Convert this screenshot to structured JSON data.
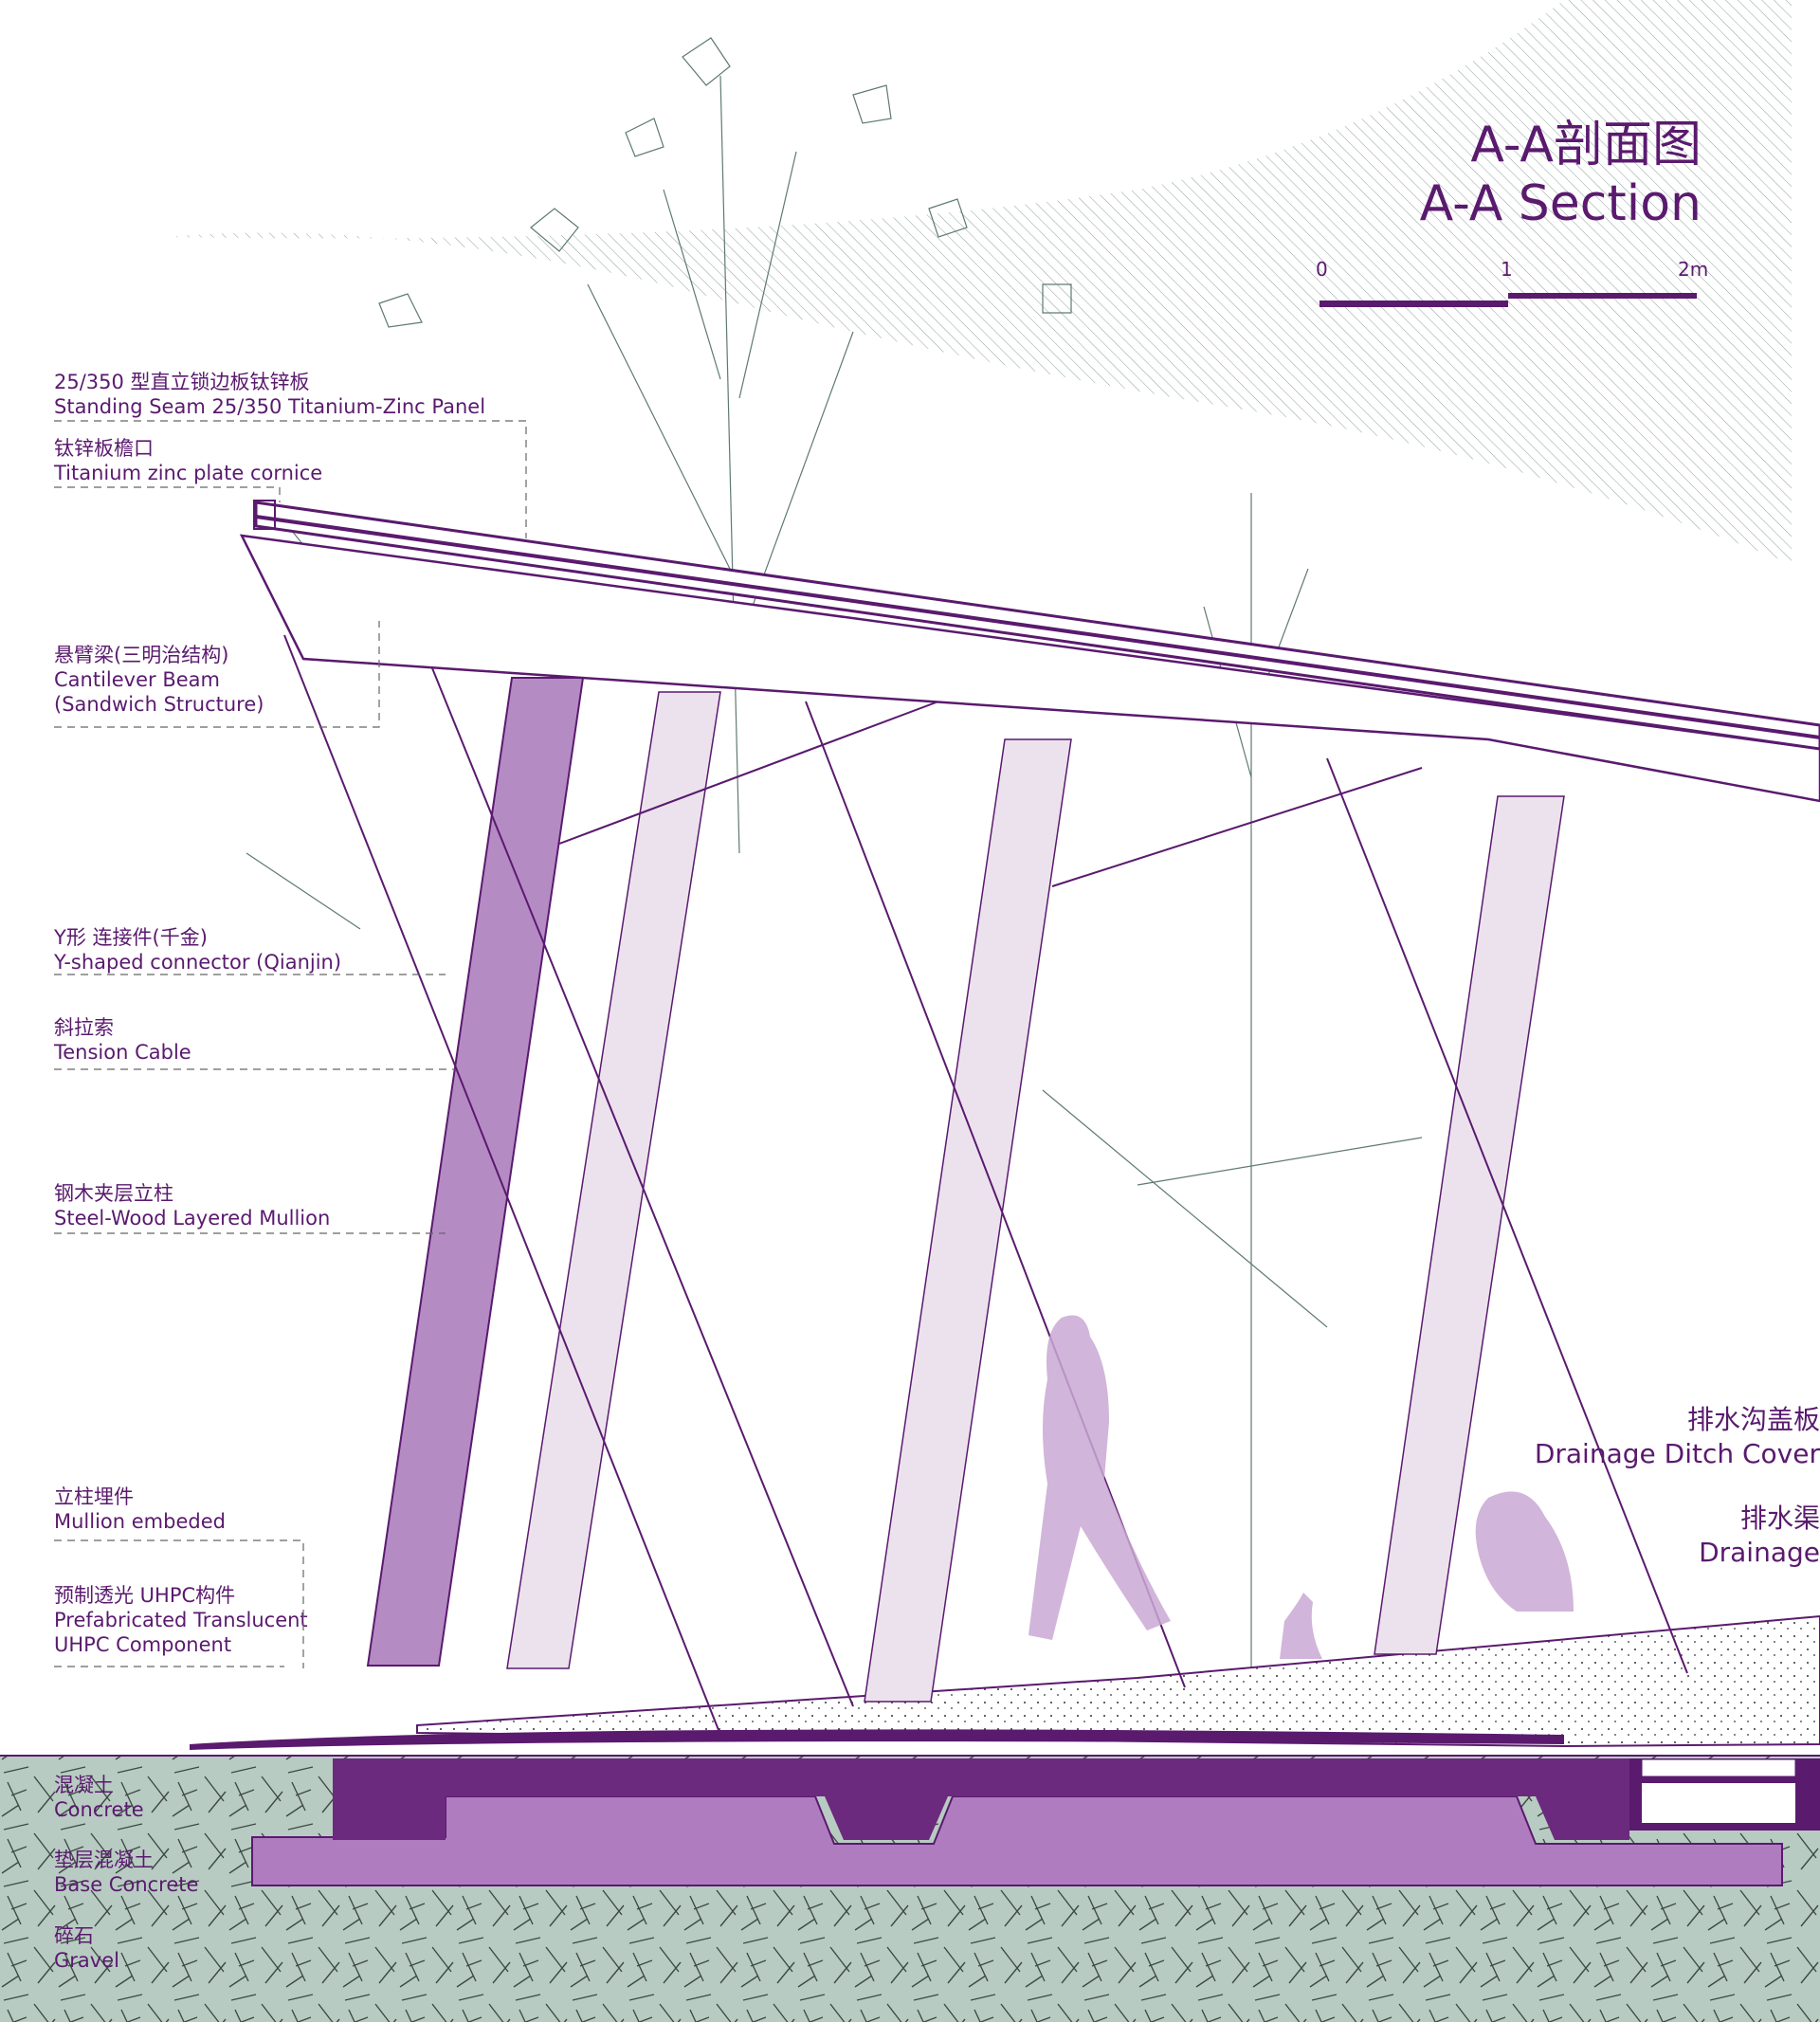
{
  "title": {
    "zh": "A-A剖面图",
    "en": "A-A Section"
  },
  "scale_bar": {
    "ticks": [
      "0",
      "1",
      "2m"
    ]
  },
  "labels_left": [
    {
      "zh": "25/350 型直立锁边板钛锌板",
      "en": "Standing Seam 25/350 Titanium-Zinc Panel"
    },
    {
      "zh": "钛锌板檐口",
      "en": "Titanium zinc plate cornice"
    },
    {
      "zh": "悬臂梁(三明治结构)",
      "en": "Cantilever Beam",
      "en2": "(Sandwich Structure)"
    },
    {
      "zh": "Y形 连接件(千金)",
      "en": "Y-shaped connector (Qianjin)"
    },
    {
      "zh": "斜拉索",
      "en": "Tension Cable"
    },
    {
      "zh": "钢木夹层立柱",
      "en": "Steel-Wood Layered Mullion"
    },
    {
      "zh": "立柱埋件",
      "en": "Mullion embeded"
    },
    {
      "zh": "预制透光 UHPC构件",
      "en": "Prefabricated Translucent",
      "en2": "UHPC Component"
    },
    {
      "zh": "混凝土",
      "en": "Concrete"
    },
    {
      "zh": "垫层混凝土",
      "en": "Base Concrete"
    },
    {
      "zh": "碎石",
      "en": "Gravel"
    }
  ],
  "labels_right": [
    {
      "zh": "排水沟盖板",
      "en": "Drainage Ditch Cover"
    },
    {
      "zh": "排水渠",
      "en": "Drainage"
    }
  ],
  "colors": {
    "ink": "#5a1a6e",
    "concrete": "#6b2a7e",
    "base": "#b07cc0",
    "ground": "#b8cbc2",
    "mullion": "#b58bc4",
    "wood": "#ece2ee",
    "figure": "#c9a8d3"
  }
}
